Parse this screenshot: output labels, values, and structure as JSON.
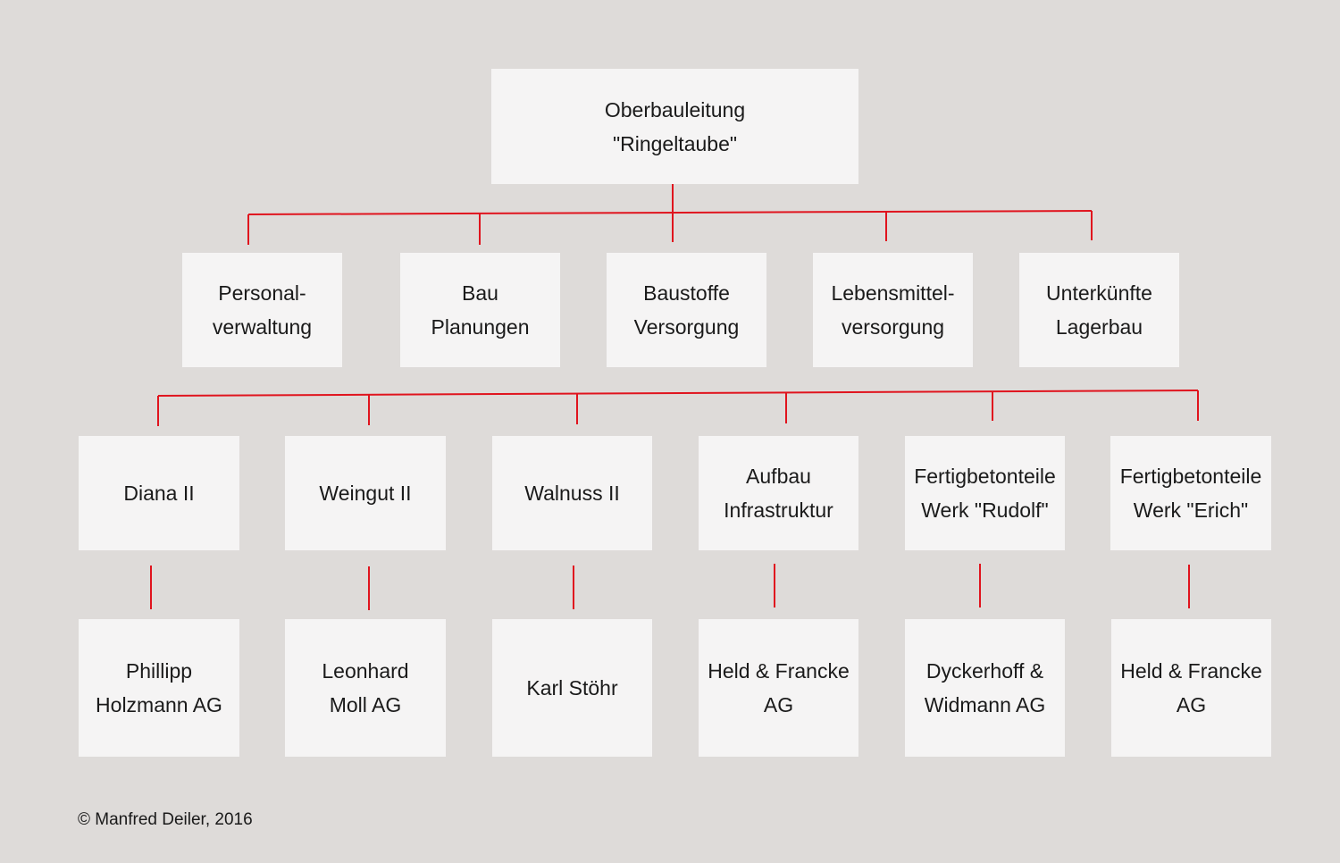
{
  "colors": {
    "background": "#dedbd9",
    "box": "#f5f4f4",
    "connector": "#e0141e",
    "text": "#1a1a1a"
  },
  "root": {
    "line1": "Oberbauleitung",
    "line2": "\"Ringeltaube\""
  },
  "departments": [
    {
      "line1": "Personal-",
      "line2": "verwaltung"
    },
    {
      "line1": "Bau",
      "line2": "Planungen"
    },
    {
      "line1": "Baustoffe",
      "line2": "Versorgung"
    },
    {
      "line1": "Lebensmittel-",
      "line2": "versorgung"
    },
    {
      "line1": "Unterkünfte",
      "line2": "Lagerbau"
    }
  ],
  "sites": [
    {
      "line1": "Diana II",
      "line2": ""
    },
    {
      "line1": "Weingut II",
      "line2": ""
    },
    {
      "line1": "Walnuss II",
      "line2": ""
    },
    {
      "line1": "Aufbau",
      "line2": "Infrastruktur"
    },
    {
      "line1": "Fertigbetonteile",
      "line2": "Werk \"Rudolf\""
    },
    {
      "line1": "Fertigbetonteile",
      "line2": "Werk \"Erich\""
    }
  ],
  "firms": [
    {
      "line1": "Phillipp",
      "line2": "Holzmann AG"
    },
    {
      "line1": "Leonhard",
      "line2": "Moll AG"
    },
    {
      "line1": "Karl Stöhr",
      "line2": ""
    },
    {
      "line1": "Held & Francke",
      "line2": "AG"
    },
    {
      "line1": "Dyckerhoff &",
      "line2": "Widmann AG"
    },
    {
      "line1": "Held & Francke",
      "line2": "AG"
    }
  ],
  "footer": {
    "copyright": "© Manfred Deiler, 2016"
  }
}
